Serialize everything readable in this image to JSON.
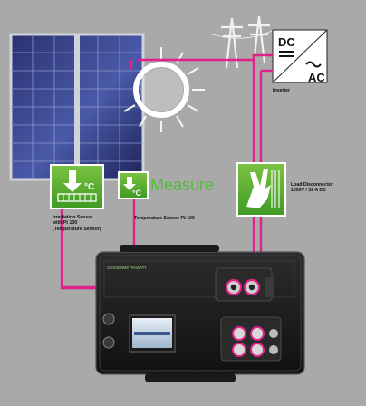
{
  "inverter": {
    "dc": "DC",
    "ac": "AC",
    "label": "Inverter"
  },
  "measure": "Measure",
  "irradiation_sensor": {
    "label": "Irradiation Sensor\nwith Pt 100\n(Temperature Sensor)"
  },
  "temperature_sensor": {
    "label": "Temperature Sensor Pt 100"
  },
  "load_disconnector": {
    "label": "Load Disconnector\n1000V / 32 A DC"
  },
  "device": {
    "brand": "GOSSENMETRAWATT"
  },
  "colors": {
    "wire": "#e0218a",
    "sensor_green": "#5aaa2a",
    "background": "#a8a9a8"
  }
}
